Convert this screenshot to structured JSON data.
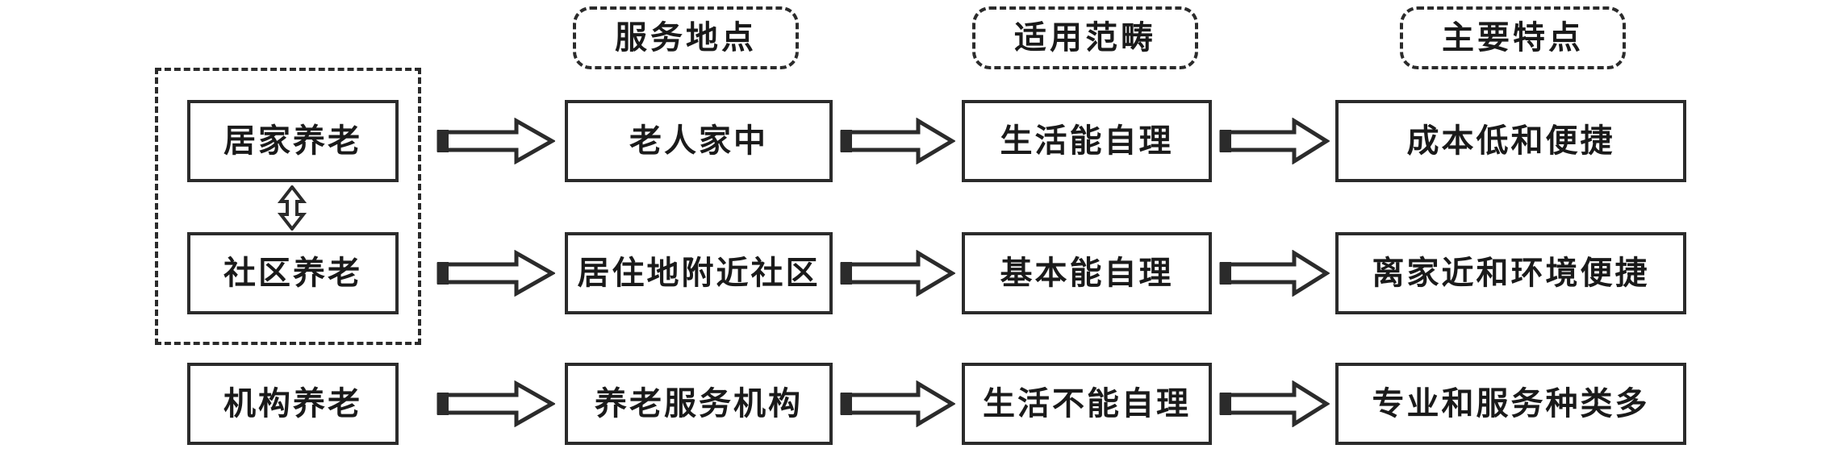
{
  "diagram": {
    "title_row": {
      "headers": [
        {
          "id": "col-service-location",
          "label": "服务地点"
        },
        {
          "id": "col-applicable-scope",
          "label": "适用范畴"
        },
        {
          "id": "col-main-features",
          "label": "主要特点"
        }
      ]
    },
    "rows": [
      {
        "category": "居家养老",
        "service_location": "老人家中",
        "applicable_scope": "生活能自理",
        "main_features": "成本低和便捷"
      },
      {
        "category": "社区养老",
        "service_location": "居住地附近社区",
        "applicable_scope": "基本能自理",
        "main_features": "离家近和环境便捷"
      },
      {
        "category": "机构养老",
        "service_location": "养老服务机构",
        "applicable_scope": "生活不能自理",
        "main_features": "专业和服务种类多"
      }
    ],
    "connectors": {
      "horizontal_arrow": "right-block-arrow",
      "vertical_arrow": "up-down-double-arrow"
    },
    "grouping": {
      "dashed_group_members": [
        "居家养老",
        "社区养老"
      ]
    },
    "colors": {
      "stroke": "#2b2b2b",
      "text": "#1a1a1a",
      "background": "#ffffff"
    }
  }
}
